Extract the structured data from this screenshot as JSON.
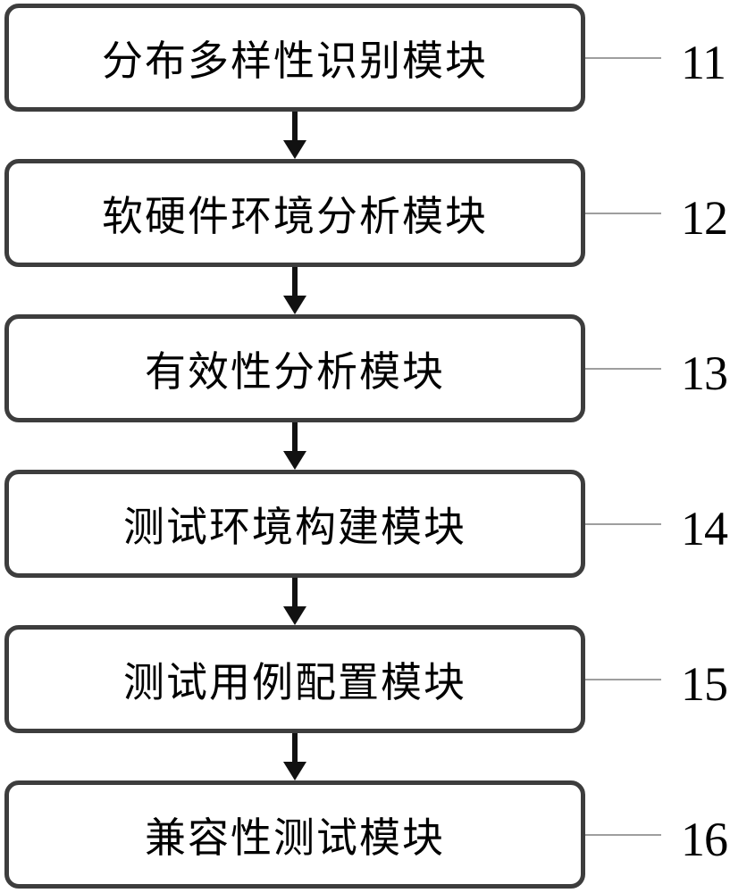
{
  "figure": {
    "type": "flow-block-diagram",
    "background_color": "#ffffff",
    "box_border_color": "#3d3d3d",
    "arrow_color": "#111111",
    "leader_line_color": "#9e9e9e",
    "modules": [
      {
        "label": "分布多样性识别模块",
        "ref": "11"
      },
      {
        "label": "软硬件环境分析模块",
        "ref": "12"
      },
      {
        "label": "有效性分析模块",
        "ref": "13"
      },
      {
        "label": "测试环境构建模块",
        "ref": "14"
      },
      {
        "label": "测试用例配置模块",
        "ref": "15"
      },
      {
        "label": "兼容性测试模块",
        "ref": "16"
      }
    ],
    "flow": "top-to-bottom"
  }
}
